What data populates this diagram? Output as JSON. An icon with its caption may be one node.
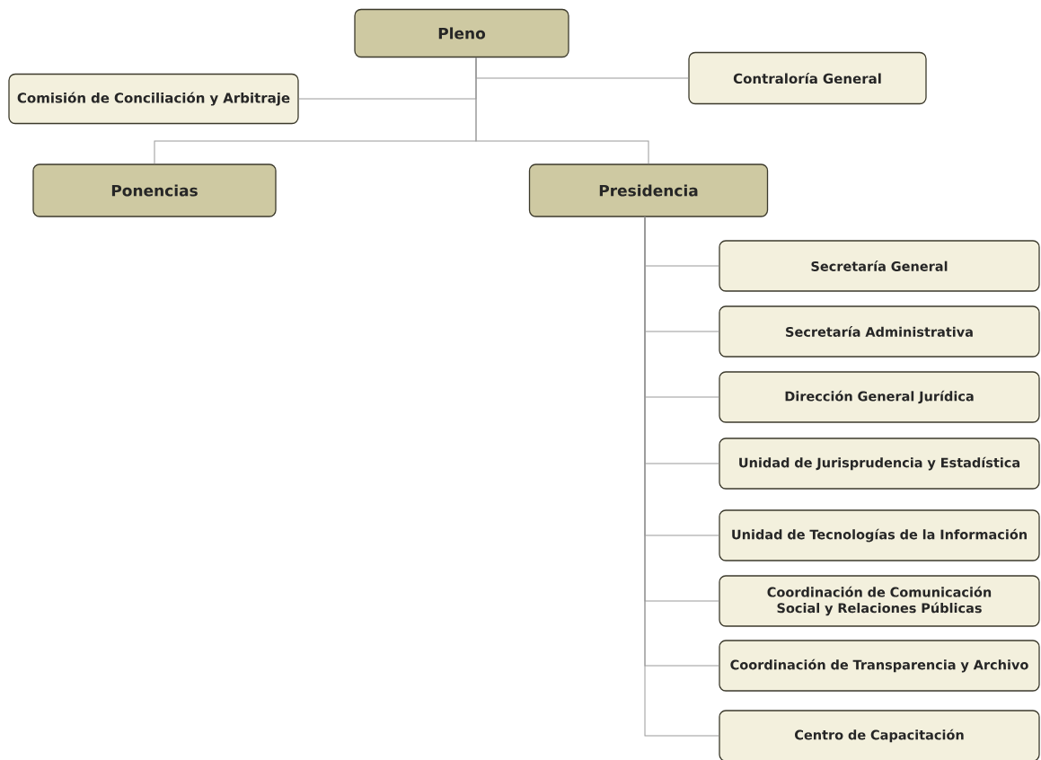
{
  "diagram": {
    "nodes": [
      {
        "text": [
          "Pleno"
        ]
      },
      {
        "text": [
          "Comisión de Conciliación y Arbitraje"
        ]
      },
      {
        "text": [
          "Contraloría General"
        ]
      },
      {
        "text": [
          "Ponencias"
        ]
      },
      {
        "text": [
          "Presidencia"
        ]
      },
      {
        "text": [
          "Secretaría General"
        ]
      },
      {
        "text": [
          "Secretaría Administrativa"
        ]
      },
      {
        "text": [
          "Dirección General Jurídica"
        ]
      },
      {
        "text": [
          "Unidad de Jurisprudencia y Estadística"
        ]
      },
      {
        "text": [
          "Unidad de Tecnologías de la Información"
        ]
      },
      {
        "text": [
          "Coordinación de Comunicación Social y Relaciones Públicas"
        ]
      },
      {
        "text": [
          "Coordinación de Transparencia y Archivo"
        ]
      },
      {
        "text": [
          "Centro de Capacitación"
        ]
      }
    ],
    "edges": [
      {
        "from": 0,
        "to": 1,
        "arrow": "none"
      },
      {
        "from": 0,
        "to": 2,
        "arrow": "none"
      },
      {
        "from": 0,
        "to": 3,
        "arrow": "none"
      },
      {
        "from": 0,
        "to": 4,
        "arrow": "none"
      },
      {
        "from": 4,
        "to": 5,
        "arrow": "none"
      },
      {
        "from": 4,
        "to": 6,
        "arrow": "none"
      },
      {
        "from": 4,
        "to": 7,
        "arrow": "none"
      },
      {
        "from": 4,
        "to": 8,
        "arrow": "none"
      },
      {
        "from": 4,
        "to": 9,
        "arrow": "none"
      },
      {
        "from": 4,
        "to": 10,
        "arrow": "none"
      },
      {
        "from": 4,
        "to": 11,
        "arrow": "none"
      },
      {
        "from": 4,
        "to": 12,
        "arrow": "none"
      }
    ]
  }
}
